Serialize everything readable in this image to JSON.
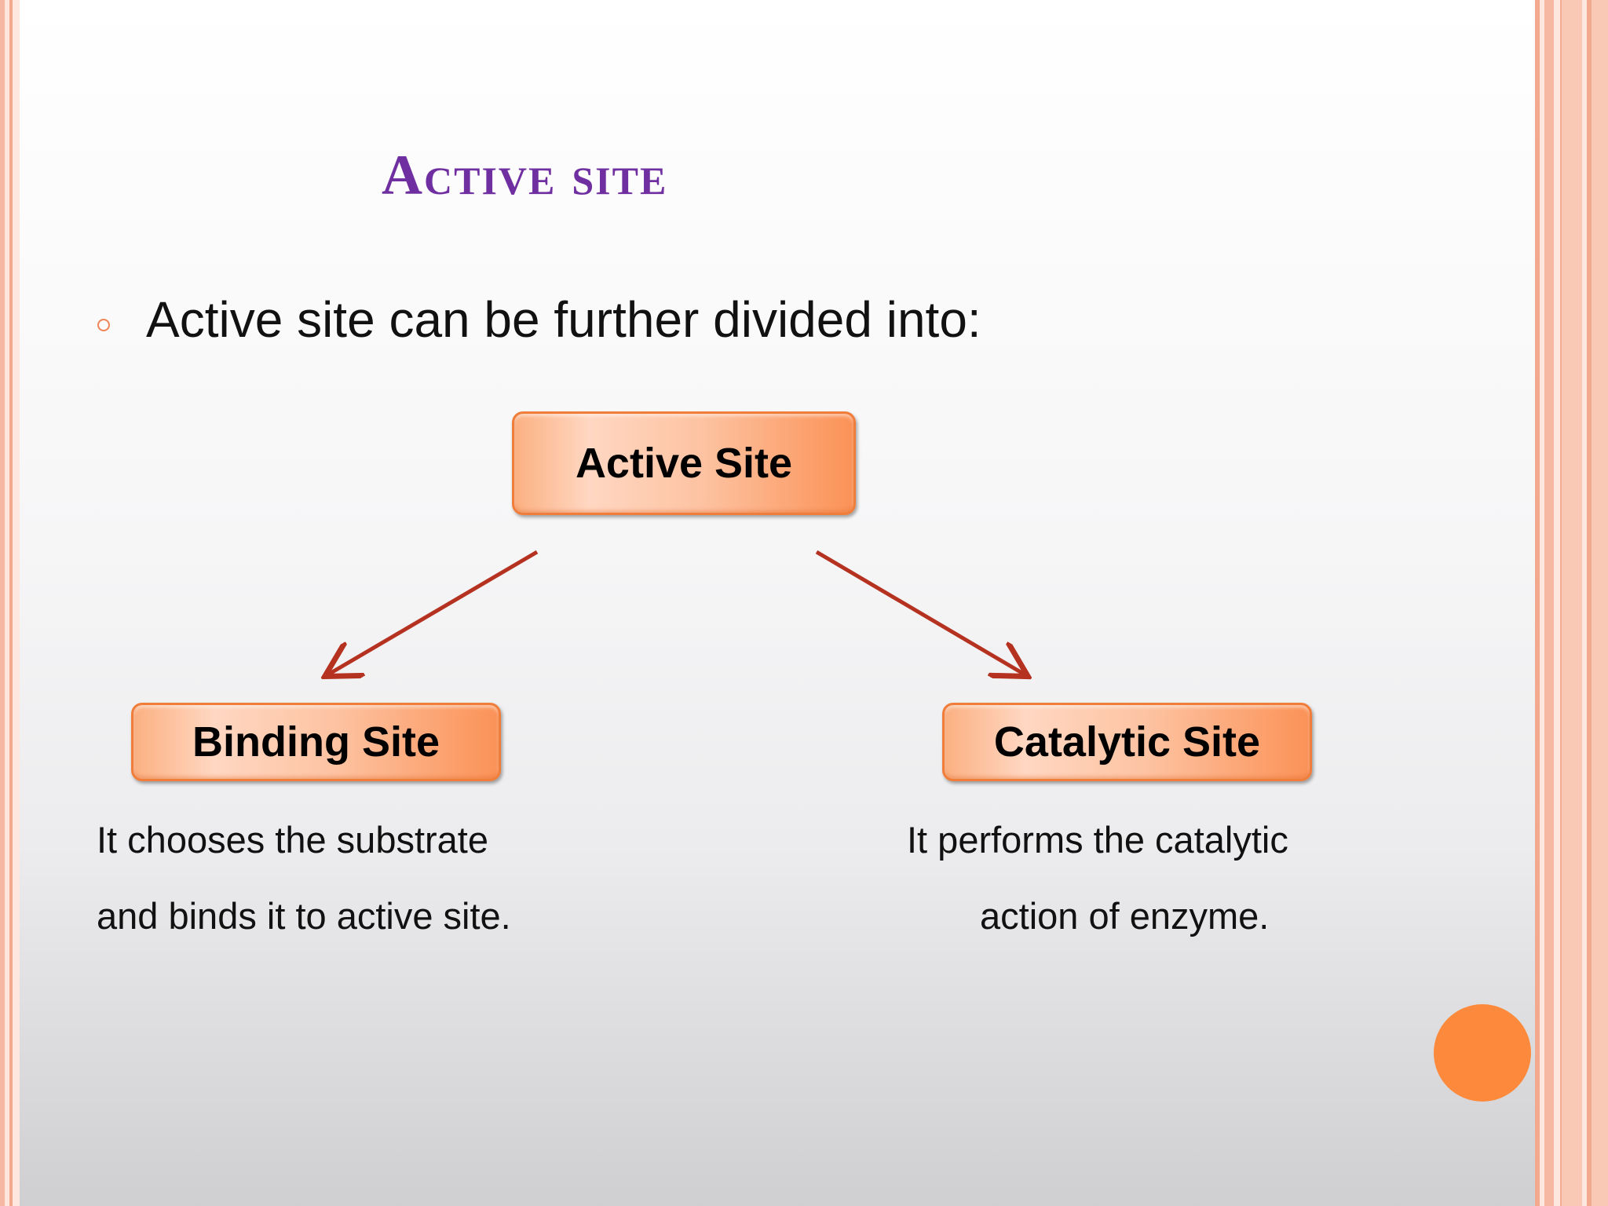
{
  "slide": {
    "title": "Active site",
    "bullet": "Active site can be further divided into:"
  },
  "diagram": {
    "root": "Active Site",
    "left_node": "Binding Site",
    "right_node": "Catalytic Site",
    "left_description": [
      "It chooses the substrate",
      "and binds it to active site."
    ],
    "right_description": [
      "It performs the catalytic",
      "action of enzyme."
    ]
  },
  "colors": {
    "title": "#6f2fa0",
    "node_border": "#f07d3a",
    "arrow": "#b53220",
    "accent_dot": "#fd8a3c"
  }
}
